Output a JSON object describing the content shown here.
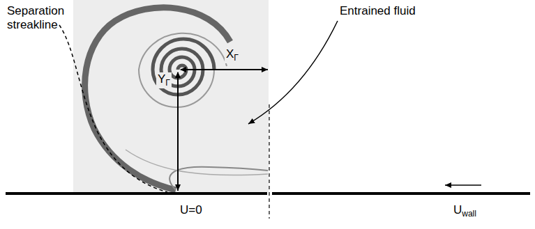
{
  "diagram": {
    "labels": [
      "Separation streakline",
      "XΓ",
      "YΓ",
      "Entrained fluid",
      "U=0",
      "Uwall"
    ]
  }
}
